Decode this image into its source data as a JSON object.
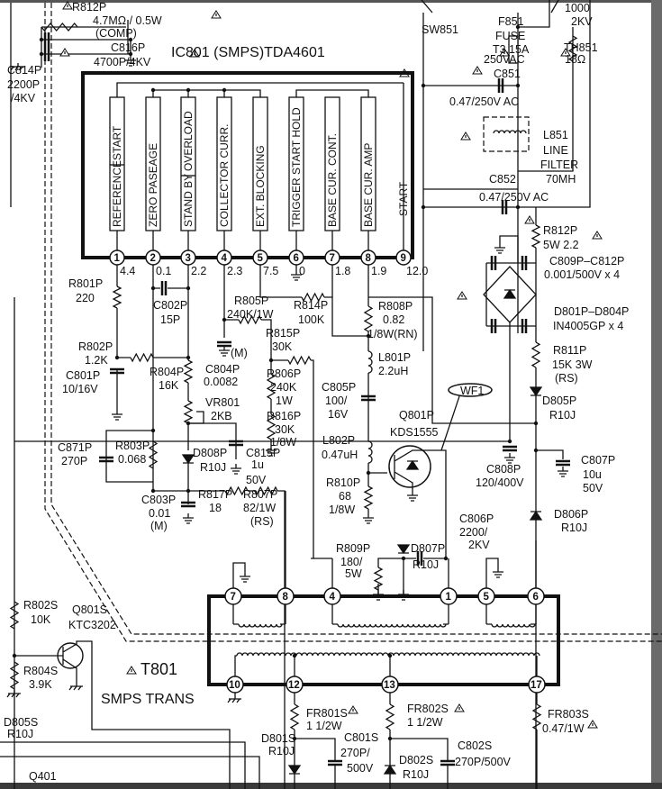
{
  "title": "IC801 (SMPS)TDA4601",
  "ic_pins": [
    {
      "num": "1",
      "name": "REFERENCE",
      "name2": "START",
      "voltage": "4.4"
    },
    {
      "num": "2",
      "name": "ZERO PASEAGE",
      "voltage": "0.1"
    },
    {
      "num": "3",
      "name": "STAND BY",
      "name2": "OVERLOAD",
      "voltage": "2.2"
    },
    {
      "num": "4",
      "name": "COLLECTOR CURR.",
      "voltage": "2.3"
    },
    {
      "num": "5",
      "name": "EXT. BLOCKING",
      "voltage": "7.5"
    },
    {
      "num": "6",
      "name": "TRIGGER START HOLD",
      "voltage": "0"
    },
    {
      "num": "7",
      "name": "BASE CUR. CONT.",
      "voltage": "1.8"
    },
    {
      "num": "8",
      "name": "BASE CUR. AMP",
      "voltage": "1.9"
    },
    {
      "num": "9",
      "name": "START",
      "voltage": "12.0"
    }
  ],
  "transformer": {
    "ref": "T801",
    "name": "SMPS TRANS",
    "primary_pins": [
      "7",
      "8",
      "4",
      "1",
      "5",
      "6"
    ],
    "secondary_pins": [
      "10",
      "12",
      "13",
      "17"
    ]
  },
  "wf_label": "WF1",
  "labels": {
    "r812p_top": [
      "R812P",
      "4.7MΩ / 0.5W",
      "(COMP)"
    ],
    "c816p": [
      "C816P",
      "4700P/4KV"
    ],
    "c814p": [
      "C814P",
      "2200P",
      "/4KV"
    ],
    "sw851": "SW851",
    "c_1000": [
      "1000",
      "2KV"
    ],
    "f851": [
      "F851",
      "FUSE",
      "T3.15A",
      "250VAC"
    ],
    "th851": [
      "TH851",
      "18Ω"
    ],
    "c851": [
      "C851",
      "0.47/250V AC"
    ],
    "l851": [
      "L851",
      "LINE",
      "FILTER",
      "70MH"
    ],
    "c852": [
      "C852",
      "0.47/250V AC"
    ],
    "r812p": [
      "R812P",
      "5W 2.2"
    ],
    "c809p": [
      "C809P–C812P",
      "0.001/500V x 4"
    ],
    "d801p": [
      "D801P–D804P",
      "IN4005GP x 4"
    ],
    "r811p": [
      "R811P",
      "15K 3W",
      "(RS)"
    ],
    "d805p": [
      "D805P",
      "R10J"
    ],
    "q801p": [
      "Q801P",
      "KDS1555"
    ],
    "c808p": [
      "C808P",
      "120/400V"
    ],
    "c807p": [
      "C807P",
      "10u",
      "50V"
    ],
    "d806p": [
      "D806P",
      "R10J"
    ],
    "c806p": [
      "C806P",
      "2200/",
      "2KV"
    ],
    "r809p": [
      "R809P",
      "180/",
      "5W"
    ],
    "d807p": [
      "D807P",
      "R10J"
    ],
    "r808p": [
      "R808P",
      "0.82",
      "1/8W(RN)"
    ],
    "l801p": [
      "L801P",
      "2.2uH"
    ],
    "c805p": [
      "C805P",
      "100/",
      "16V"
    ],
    "l802p": [
      "L802P",
      "0.47uH"
    ],
    "r810p": [
      "R810P",
      "68",
      "1/8W"
    ],
    "r801p": [
      "R801P",
      "220"
    ],
    "r802p": [
      "R802P",
      "1.2K"
    ],
    "c801p": [
      "C801P",
      "10/16V"
    ],
    "c802p": [
      "C802P",
      "15P"
    ],
    "r805p": [
      "R805P",
      "240K/1W"
    ],
    "r814p": [
      "R814P",
      "100K"
    ],
    "r815p": [
      "R815P",
      "30K"
    ],
    "c804p": [
      "C804P",
      "0.0082",
      "(M)"
    ],
    "r806p": [
      "R806P",
      "240K",
      "1W"
    ],
    "r804p": [
      "R804P",
      "16K"
    ],
    "vr801": [
      "VR801",
      "2KB"
    ],
    "r816p": [
      "R816P",
      "30K",
      "1/8W"
    ],
    "c815p": [
      "C815P",
      "1u",
      "50V"
    ],
    "c871p": [
      "C871P",
      "270P"
    ],
    "r803p": [
      "R803P",
      "0.068"
    ],
    "d808p": [
      "D808P",
      "R10J"
    ],
    "c803p": [
      "C803P",
      "0.01",
      "(M)"
    ],
    "r817p": [
      "R817P",
      "18"
    ],
    "r807p": [
      "R807P",
      "82/1W",
      "(RS)"
    ],
    "r802s": [
      "R802S",
      "10K"
    ],
    "q801s": [
      "Q801S",
      "KTC3202"
    ],
    "r804s": [
      "R804S",
      "3.9K"
    ],
    "d805s": [
      "D805S",
      "R10J"
    ],
    "q401": "Q401",
    "fr801s": [
      "FR801S",
      "1 1/2W"
    ],
    "d801s": [
      "D801S",
      "R10J"
    ],
    "c801s": [
      "C801S",
      "270P/",
      "500V"
    ],
    "fr802s": [
      "FR802S",
      "1 1/2W"
    ],
    "d802s": [
      "D802S",
      "R10J"
    ],
    "c802s": [
      "C802S",
      "270P/500V"
    ],
    "fr803s": [
      "FR803S",
      "0.47/1W"
    ]
  },
  "colors": {
    "ink": "#111111",
    "paper": "#ffffff"
  }
}
